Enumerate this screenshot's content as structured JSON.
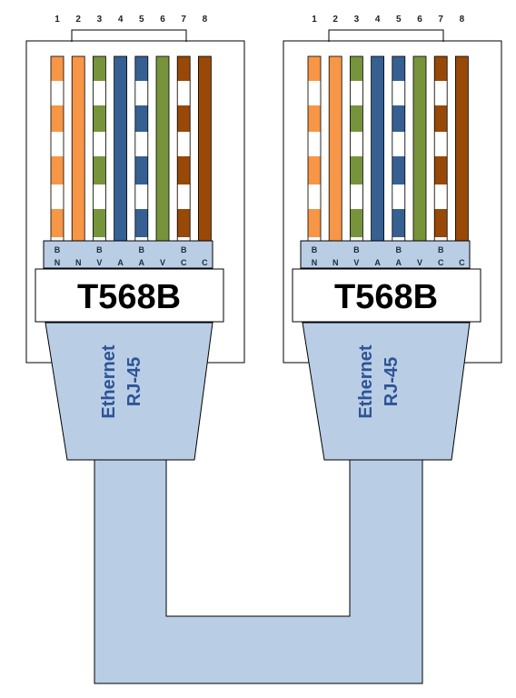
{
  "colors": {
    "orange": "#f79646",
    "green": "#77933c",
    "blue": "#376092",
    "brown": "#984807",
    "white": "#ffffff",
    "boot": "#b9cde5",
    "outline": "#000000",
    "cable_text": "#2e5496"
  },
  "pin_numbers": [
    "1",
    "2",
    "3",
    "4",
    "5",
    "6",
    "7",
    "8"
  ],
  "wires": [
    {
      "pin": "1",
      "color": "orange",
      "striped": true,
      "code_top": "B",
      "code_bottom": "N"
    },
    {
      "pin": "2",
      "color": "orange",
      "striped": false,
      "code_top": "",
      "code_bottom": "N"
    },
    {
      "pin": "3",
      "color": "green",
      "striped": true,
      "code_top": "B",
      "code_bottom": "V"
    },
    {
      "pin": "4",
      "color": "blue",
      "striped": false,
      "code_top": "",
      "code_bottom": "A"
    },
    {
      "pin": "5",
      "color": "blue",
      "striped": true,
      "code_top": "B",
      "code_bottom": "A"
    },
    {
      "pin": "6",
      "color": "green",
      "striped": false,
      "code_top": "",
      "code_bottom": "V"
    },
    {
      "pin": "7",
      "color": "brown",
      "striped": true,
      "code_top": "B",
      "code_bottom": "C"
    },
    {
      "pin": "8",
      "color": "brown",
      "striped": false,
      "code_top": "",
      "code_bottom": "C"
    }
  ],
  "connectors": [
    {
      "id": "left",
      "standard": "T568B",
      "cable_line1": "Ethernet",
      "cable_line2": "RJ-45"
    },
    {
      "id": "right",
      "standard": "T568B",
      "cable_line1": "Ethernet",
      "cable_line2": "RJ-45"
    }
  ]
}
